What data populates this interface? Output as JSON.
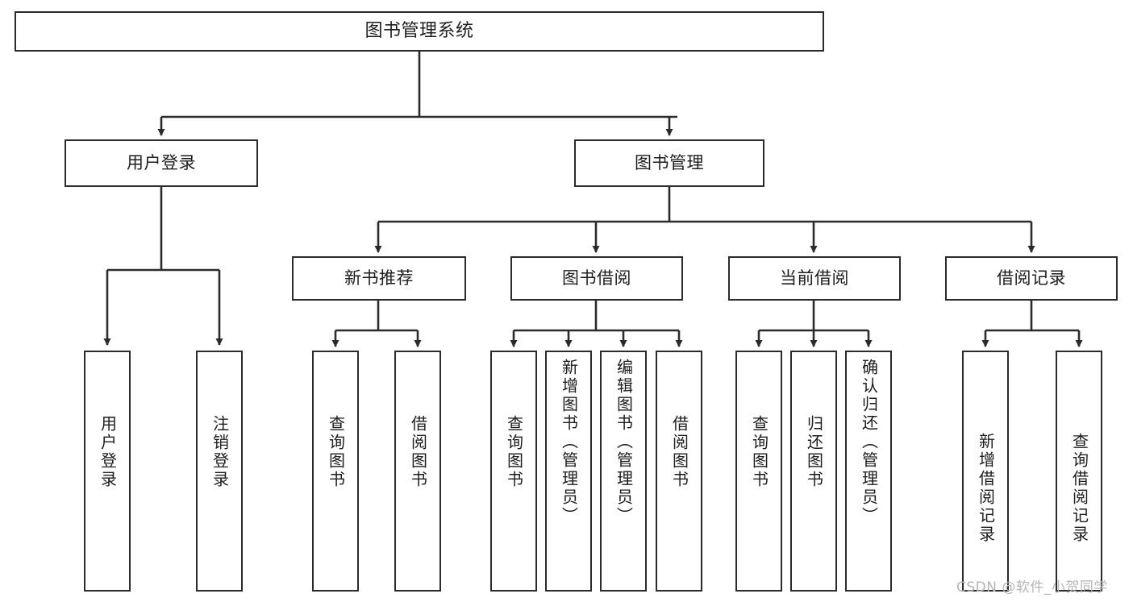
{
  "diagram": {
    "title": "图书管理系统",
    "type": "tree-hierarchy",
    "watermark": "CSDN @软件_小贺同学",
    "colors": {
      "box_border": "#2b2b2b",
      "box_fill": "#ffffff",
      "connector": "#2b2b2b",
      "text": "#1d1d1d",
      "watermark": "#b6b6b6"
    },
    "root": {
      "label": "图书管理系统"
    },
    "level2": [
      {
        "label": "用户登录"
      },
      {
        "label": "图书管理"
      }
    ],
    "level3": [
      {
        "label": "新书推荐"
      },
      {
        "label": "图书借阅"
      },
      {
        "label": "当前借阅"
      },
      {
        "label": "借阅记录"
      }
    ],
    "leaves": {
      "user_login": [
        {
          "label": "用户登录"
        },
        {
          "label": "注销登录"
        }
      ],
      "new_book": [
        {
          "label": "查询图书"
        },
        {
          "label": "借阅图书"
        }
      ],
      "book_borrow": [
        {
          "label": "查询图书"
        },
        {
          "label": "新增图书（管理员）"
        },
        {
          "label": "编辑图书（管理员）"
        },
        {
          "label": "借阅图书"
        }
      ],
      "current_borrow": [
        {
          "label": "查询图书"
        },
        {
          "label": "归还图书"
        },
        {
          "label": "确认归还（管理员）"
        }
      ],
      "borrow_record": [
        {
          "label": "新增借阅记录"
        },
        {
          "label": "查询借阅记录"
        }
      ]
    }
  }
}
